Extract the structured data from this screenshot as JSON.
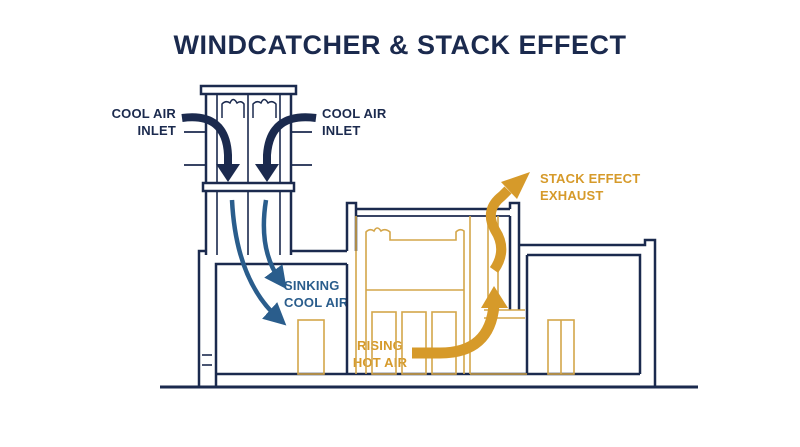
{
  "title": "WINDCATCHER & STACK EFFECT",
  "labels": {
    "cool_inlet_left": [
      "COOL AIR",
      "INLET"
    ],
    "cool_inlet_right": [
      "COOL AIR",
      "INLET"
    ],
    "sinking": [
      "SINKING",
      "COOL AIR"
    ],
    "rising": [
      "RISING",
      "HOT AIR"
    ],
    "exhaust": [
      "STACK EFFECT",
      "EXHAUST"
    ]
  },
  "colors": {
    "structure": "#1b2a4e",
    "cool_air": "#2a5d8c",
    "warm_air": "#d69a2a",
    "interior_lines": "#d4a64a"
  }
}
